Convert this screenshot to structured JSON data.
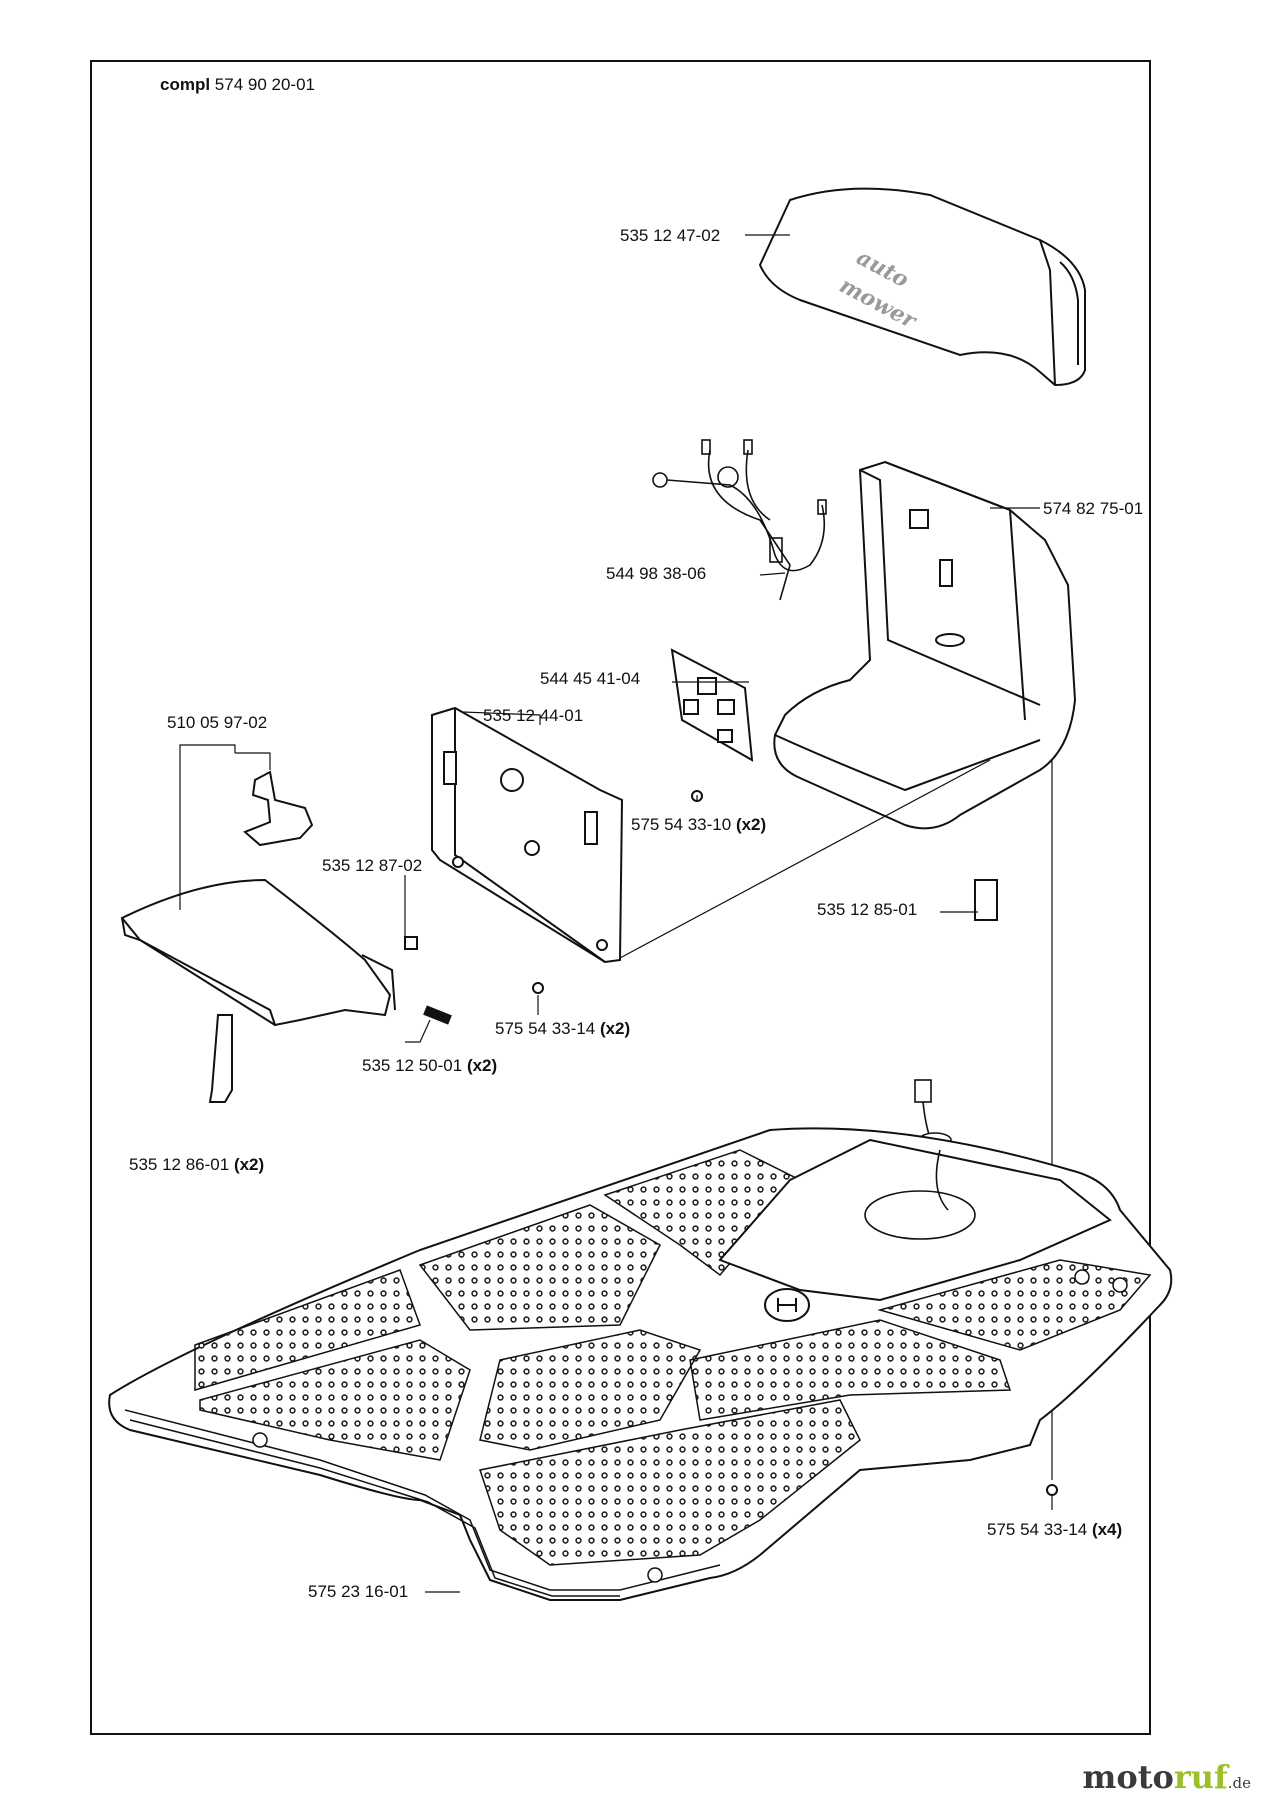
{
  "diagram": {
    "title": {
      "prefix": "compl",
      "number": "574 90 20-01"
    },
    "parts": [
      {
        "id": "p1",
        "number": "535 12 47-02",
        "qty": ""
      },
      {
        "id": "p2",
        "number": "574 82 75-01",
        "qty": ""
      },
      {
        "id": "p3",
        "number": "544 98 38-06",
        "qty": ""
      },
      {
        "id": "p4",
        "number": "544 45 41-04",
        "qty": ""
      },
      {
        "id": "p5",
        "number": "535 12 44-01",
        "qty": ""
      },
      {
        "id": "p6",
        "number": "510 05 97-02",
        "qty": ""
      },
      {
        "id": "p7",
        "number": "575 54 33-10",
        "qty": "(x2)"
      },
      {
        "id": "p8",
        "number": "535 12 87-02",
        "qty": ""
      },
      {
        "id": "p9",
        "number": "535 12 85-01",
        "qty": ""
      },
      {
        "id": "p10",
        "number": "575 54 33-14",
        "qty": "(x2)"
      },
      {
        "id": "p11",
        "number": "535 12 50-01",
        "qty": "(x2)"
      },
      {
        "id": "p12",
        "number": "535 12 86-01",
        "qty": "(x2)"
      },
      {
        "id": "p13",
        "number": "575 54 33-14",
        "qty": "(x4)"
      },
      {
        "id": "p14",
        "number": "575 23 16-01",
        "qty": ""
      }
    ],
    "cover_logo_text": [
      "auto",
      "mower"
    ]
  },
  "watermark": {
    "main": "moto",
    "accent": "ruf",
    "suffix": ".de"
  }
}
